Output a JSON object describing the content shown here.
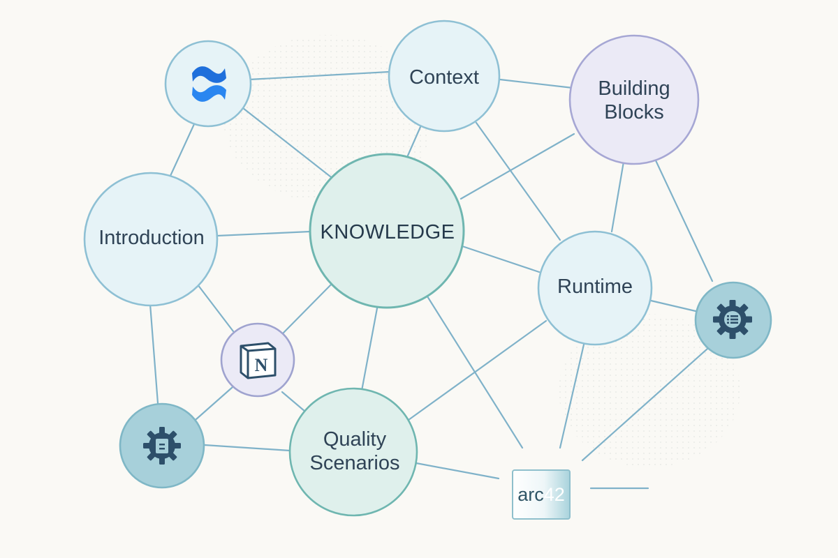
{
  "diagram": {
    "center": {
      "label": "KNOWLEDGE"
    },
    "topics": [
      {
        "id": "context",
        "label_lines": [
          "Context"
        ]
      },
      {
        "id": "building-blocks",
        "label_lines": [
          "Building",
          "Blocks"
        ]
      },
      {
        "id": "introduction",
        "label_lines": [
          "Introduction"
        ]
      },
      {
        "id": "runtime",
        "label_lines": [
          "Runtime"
        ]
      },
      {
        "id": "quality-scenarios",
        "label_lines": [
          "Quality",
          "Scenarios"
        ]
      }
    ],
    "tools": [
      {
        "id": "confluence",
        "icon": "confluence-logo-icon"
      },
      {
        "id": "notion",
        "icon": "notion-logo-icon"
      },
      {
        "id": "settings-left",
        "icon": "gear-document-icon"
      },
      {
        "id": "settings-right",
        "icon": "gear-list-icon"
      }
    ],
    "arc42": {
      "label_prefix": "arc",
      "label_suffix": "42"
    },
    "colors": {
      "edge": "#7fb2c9",
      "center_fill": "#dff0ec",
      "center_stroke": "#6fb6b0",
      "topic_fill": "#e6f3f7",
      "topic_stroke": "#8ec0d4",
      "building_fill": "#ebeaf6",
      "building_stroke": "#a6a7d4",
      "tool_fill": "#a7d0da",
      "tool_stroke": "#7fb7c6",
      "icon_dark": "#2d4f6a",
      "confluence_blue": "#1f6fdb"
    }
  }
}
